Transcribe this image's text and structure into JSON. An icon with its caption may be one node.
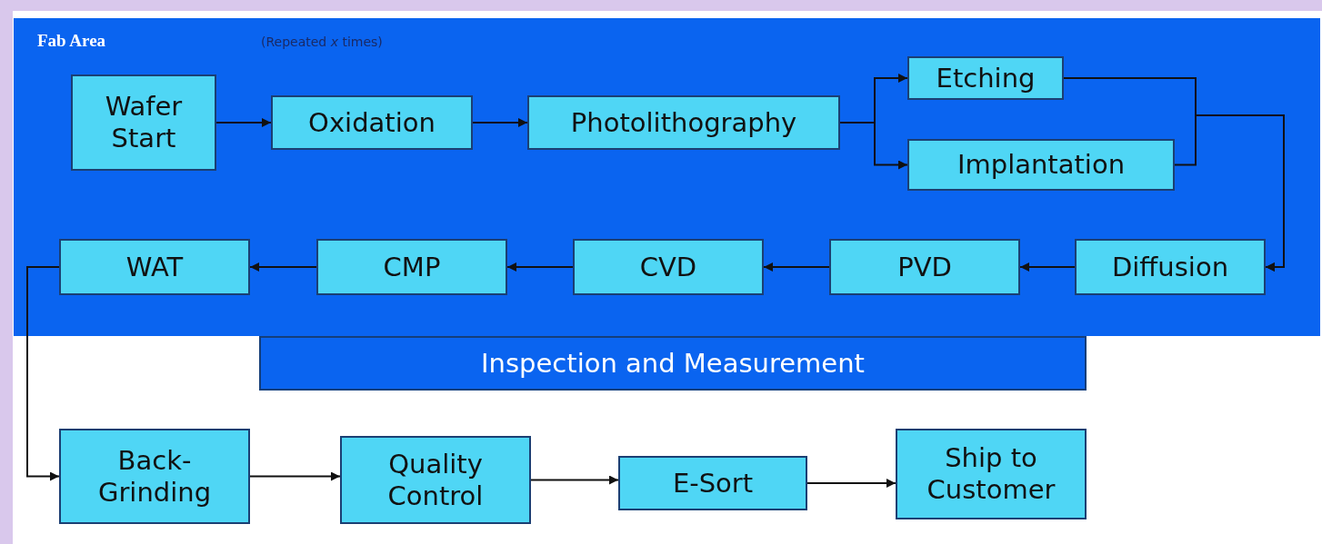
{
  "diagram": {
    "nodes": [
      {
        "text": [
          "Fab Area",
          "(Repeated *x* times)"
        ]
      },
      {
        "text": [
          "Wafer Start"
        ],
        "in": 0
      },
      {
        "text": [
          "Oxidation"
        ],
        "in": 0
      },
      {
        "text": [
          "Photolithography"
        ],
        "in": 0
      },
      {
        "text": [
          "Etching"
        ],
        "in": 0
      },
      {
        "text": [
          "Implantation"
        ],
        "in": 0
      },
      {
        "text": [
          "Diffusion"
        ],
        "in": 0
      },
      {
        "text": [
          "PVD"
        ],
        "in": 0
      },
      {
        "text": [
          "CVD"
        ],
        "in": 0
      },
      {
        "text": [
          "CMP"
        ],
        "in": 0
      },
      {
        "text": [
          "WAT"
        ],
        "in": 0
      },
      {
        "text": [
          "Inspection and Measurement"
        ]
      },
      {
        "text": [
          "Back-Grinding"
        ]
      },
      {
        "text": [
          "Quality Control"
        ]
      },
      {
        "text": [
          "E-Sort"
        ]
      },
      {
        "text": [
          "Ship to Customer"
        ]
      }
    ],
    "edges": [
      {
        "from": 1,
        "to": 2,
        "arrow": "to"
      },
      {
        "from": 2,
        "to": 3,
        "arrow": "to"
      },
      {
        "from": 3,
        "to": 4,
        "arrow": "to"
      },
      {
        "from": 3,
        "to": 5,
        "arrow": "to"
      },
      {
        "from": 4,
        "to": 6,
        "arrow": "to"
      },
      {
        "from": 5,
        "to": 6,
        "arrow": "to"
      },
      {
        "from": 6,
        "to": 7,
        "arrow": "to"
      },
      {
        "from": 7,
        "to": 8,
        "arrow": "to"
      },
      {
        "from": 8,
        "to": 9,
        "arrow": "to"
      },
      {
        "from": 9,
        "to": 10,
        "arrow": "to"
      },
      {
        "from": 10,
        "to": 12,
        "arrow": "to"
      },
      {
        "from": 12,
        "to": 13,
        "arrow": "to"
      },
      {
        "from": 13,
        "to": 14,
        "arrow": "to"
      },
      {
        "from": 14,
        "to": 15,
        "arrow": "to"
      }
    ]
  }
}
